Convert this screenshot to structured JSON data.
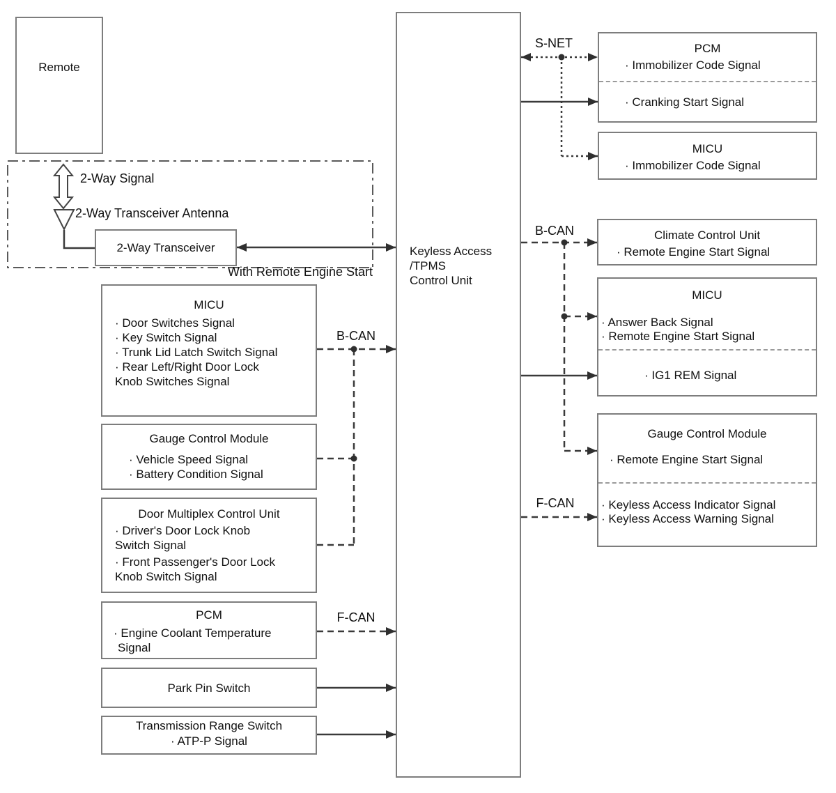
{
  "colors": {
    "line": "#3a3a3a",
    "box_border": "#7d7d7d",
    "divider": "#9a9a9a",
    "text": "#111111",
    "background": "#ffffff"
  },
  "remote": {
    "title": "Remote"
  },
  "wireless": {
    "signal": "2-Way Signal",
    "antenna": "2-Way Transceiver Antenna",
    "transceiver": "2-Way Transceiver",
    "note": "With Remote Engine Start"
  },
  "central": {
    "line1": "Keyless Access",
    "line2": "/TPMS",
    "line3": "Control Unit"
  },
  "buses": {
    "snet": "S-NET",
    "bcan_left": "B-CAN",
    "fcan_left": "F-CAN",
    "bcan_right": "B-CAN",
    "fcan_right": "F-CAN"
  },
  "left": {
    "micu": {
      "title": "MICU",
      "b1": "· Door Switches Signal",
      "b2": "· Key Switch Signal",
      "b3": "· Trunk Lid Latch Switch Signal",
      "b4": "· Rear Left/Right Door Lock",
      "b4b": "Knob Switches Signal"
    },
    "gauge": {
      "title": "Gauge Control Module",
      "b1": "· Vehicle Speed Signal",
      "b2": "· Battery Condition Signal"
    },
    "door": {
      "title": "Door Multiplex Control Unit",
      "b1": "· Driver's Door Lock Knob",
      "b1b": "Switch Signal",
      "b2": "· Front Passenger's Door Lock",
      "b2b": "Knob Switch Signal"
    },
    "pcm": {
      "title": "PCM",
      "b1": "· Engine Coolant Temperature",
      "b1b": "Signal"
    },
    "park": {
      "title": "Park Pin Switch"
    },
    "trans": {
      "title": "Transmission Range Switch",
      "b1": "· ATP-P Signal"
    }
  },
  "right": {
    "pcm": {
      "title": "PCM",
      "b1": "· Immobilizer Code Signal",
      "b2": "· Cranking Start Signal"
    },
    "micu_imm": {
      "title": "MICU",
      "b1": "· Immobilizer Code Signal"
    },
    "climate": {
      "title": "Climate Control Unit",
      "b1": "· Remote Engine Start Signal"
    },
    "micu_rem": {
      "title": "MICU",
      "b1": "· Answer Back Signal",
      "b2": "· Remote Engine Start Signal",
      "b3": "· IG1 REM Signal"
    },
    "gauge": {
      "title": "Gauge Control Module",
      "b1": "· Remote Engine Start Signal",
      "b2": "· Keyless Access Indicator Signal",
      "b3": "· Keyless Access Warning Signal"
    }
  }
}
